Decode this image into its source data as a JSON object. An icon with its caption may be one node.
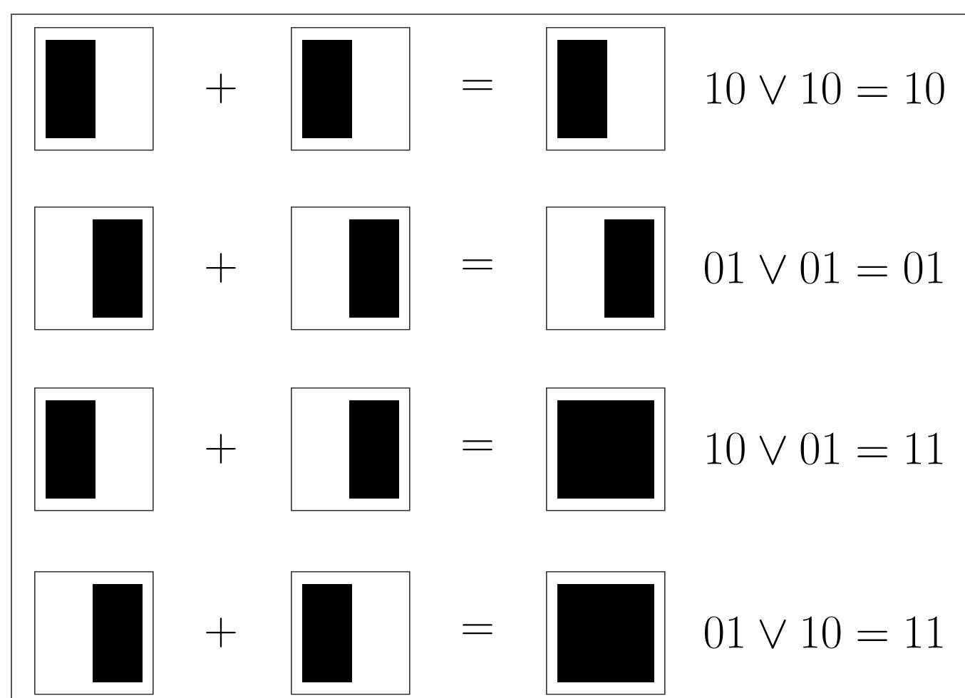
{
  "diagram": {
    "nodes": [
      {
        "text": [],
        "shape": "box"
      },
      {
        "text": [],
        "shape": "box"
      },
      {
        "text": [],
        "shape": "box"
      },
      {
        "text": [],
        "shape": "box"
      },
      {
        "text": [],
        "shape": "box"
      },
      {
        "text": [],
        "shape": "box"
      },
      {
        "text": [],
        "shape": "box"
      },
      {
        "text": [],
        "shape": "box"
      },
      {
        "text": [],
        "shape": "box"
      },
      {
        "text": [],
        "shape": "box"
      },
      {
        "text": [],
        "shape": "box"
      },
      {
        "text": [],
        "shape": "box"
      }
    ],
    "labels": [
      "+",
      "=",
      "10 \\vee 10 = 10",
      "+",
      "=",
      "01 \\vee 01 = 01",
      "+",
      "=",
      "10 \\vee 01 = 11",
      "+",
      "=",
      "01 \\vee 10 = 11"
    ]
  }
}
